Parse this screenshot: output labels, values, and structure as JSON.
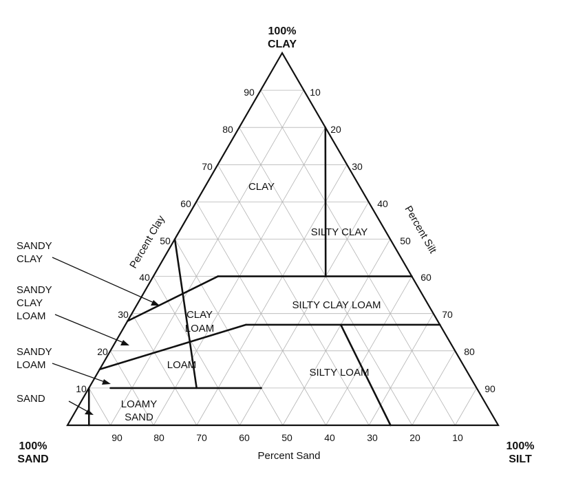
{
  "corners": {
    "clay": [
      "100%",
      "CLAY"
    ],
    "sand": [
      "100%",
      "SAND"
    ],
    "silt": [
      "100%",
      "SILT"
    ]
  },
  "axes": {
    "clay_title": "Percent Clay",
    "silt_title": "Percent Silt",
    "sand_title": "Percent Sand",
    "clay_ticks": [
      "10",
      "20",
      "30",
      "40",
      "50",
      "60",
      "70",
      "80",
      "90"
    ],
    "silt_ticks": [
      "10",
      "20",
      "30",
      "40",
      "50",
      "60",
      "70",
      "80",
      "90"
    ],
    "sand_ticks": [
      "10",
      "20",
      "30",
      "40",
      "50",
      "60",
      "70",
      "80",
      "90"
    ]
  },
  "regions": {
    "clay": "CLAY",
    "silty_clay": "SILTY CLAY",
    "silty_clay_loam": "SILTY CLAY LOAM",
    "clay_loam": [
      "CLAY",
      "LOAM"
    ],
    "loam": "LOAM",
    "silty_loam": "SILTY LOAM",
    "loamy_sand": [
      "LOAMY",
      "SAND"
    ]
  },
  "callouts": {
    "sandy_clay": [
      "SANDY",
      "CLAY"
    ],
    "sandy_clay_loam": [
      "SANDY",
      "CLAY",
      "LOAM"
    ],
    "sandy_loam": [
      "SANDY",
      "LOAM"
    ],
    "sand": [
      "SAND"
    ]
  },
  "boundaries": [
    {
      "name": "clay-lower-boundary",
      "points": [
        {
          "clay": 40,
          "silt": 15
        },
        {
          "clay": 40,
          "silt": 40
        }
      ]
    },
    {
      "name": "clay-silty-clay-boundary",
      "points": [
        {
          "clay": 40,
          "silt": 40
        },
        {
          "clay": 80,
          "silt": 20
        }
      ]
    },
    {
      "name": "silty-clay-lower-boundary",
      "points": [
        {
          "clay": 40,
          "silt": 40
        },
        {
          "clay": 40,
          "silt": 60
        }
      ]
    },
    {
      "name": "sandy-clay-left-boundary",
      "points": [
        {
          "clay": 50,
          "silt": 0
        },
        {
          "clay": 10,
          "silt": 25
        }
      ]
    },
    {
      "name": "sandy-clay-loam-upper-boundary",
      "points": [
        {
          "clay": 28,
          "silt": 0
        },
        {
          "clay": 40,
          "silt": 15
        }
      ]
    },
    {
      "name": "sandy-loam-upper-boundary",
      "points": [
        {
          "clay": 15,
          "silt": 0
        },
        {
          "clay": 27,
          "silt": 28
        }
      ]
    },
    {
      "name": "clay-loam-lower-boundary",
      "points": [
        {
          "clay": 27,
          "silt": 28
        },
        {
          "clay": 27,
          "silt": 73
        }
      ]
    },
    {
      "name": "silty-loam-left-boundary",
      "points": [
        {
          "clay": 27,
          "silt": 50
        },
        {
          "clay": 0,
          "silt": 75
        }
      ]
    },
    {
      "name": "loam-lower-boundary",
      "points": [
        {
          "clay": 10,
          "silt": 5
        },
        {
          "clay": 10,
          "silt": 40
        }
      ]
    },
    {
      "name": "sand-loamy-sand-boundary",
      "points": [
        {
          "clay": 10,
          "silt": 0
        },
        {
          "clay": 0,
          "silt": 5
        }
      ]
    }
  ]
}
